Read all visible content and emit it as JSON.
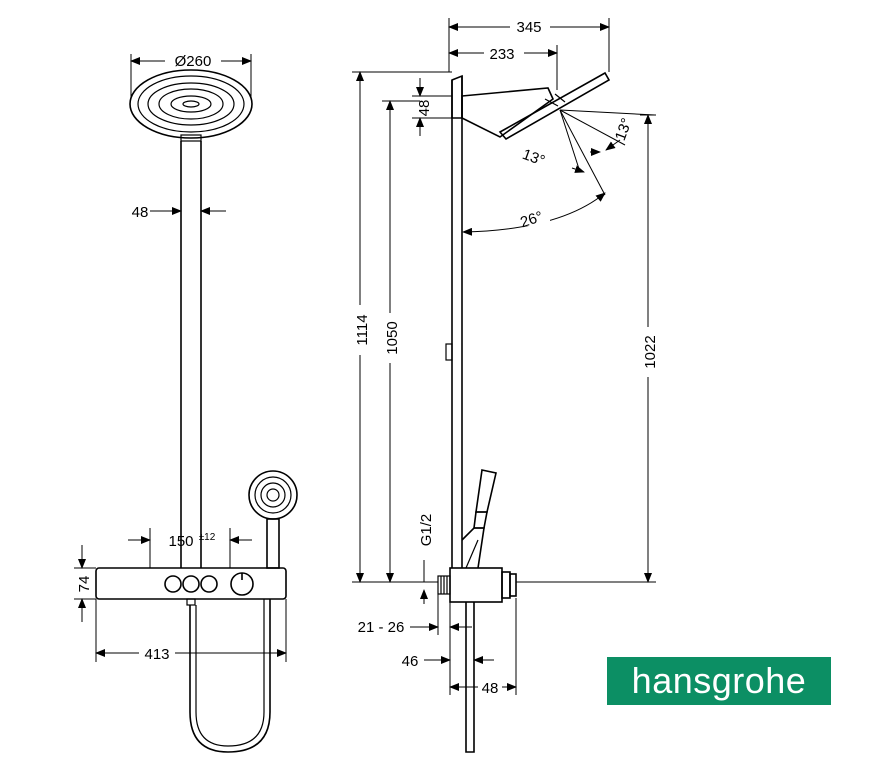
{
  "brand": {
    "name": "hansgrohe",
    "color": "#0c8f64"
  },
  "dimensions": {
    "head_diameter": "Ø260",
    "pipe_width_front": "48",
    "valve_spacing": "150",
    "valve_spacing_tol": "±12",
    "body_height": "74",
    "body_width": "413",
    "arm_reach_total": "345",
    "arm_reach": "233",
    "arm_height": "48",
    "total_height": "1114",
    "height_1050": "1050",
    "height_1022": "1022",
    "angle_13a": "13°",
    "angle_13b": "13°",
    "angle_26": "26°",
    "thread": "G1/2",
    "wall_offset": "21 - 26",
    "depth_46": "46",
    "depth_48": "48"
  }
}
